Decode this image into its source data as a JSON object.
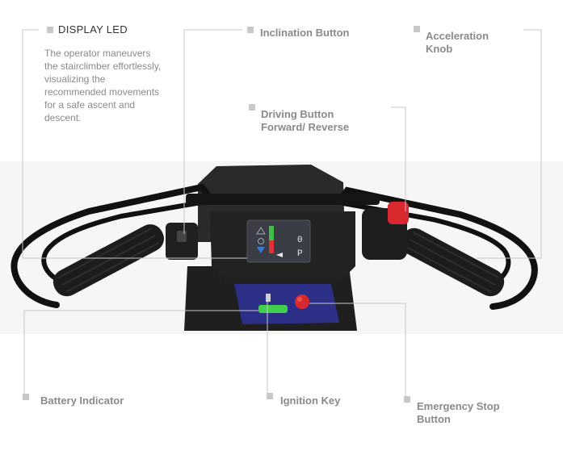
{
  "labels": {
    "display_led": "DISPLAY LED",
    "display_desc": "The operator maneuvers the stairclimber effortlessly, visualizing the recommended movements for a safe ascent and descent.",
    "inclination": "Inclination Button",
    "acceleration_1": "Acceleration",
    "acceleration_2": "Knob",
    "driving_1": "Driving Button",
    "driving_2": "Forward/ Reverse",
    "battery": "Battery Indicator",
    "ignition": "Ignition Key",
    "emergency_1": "Emergency Stop",
    "emergency_2": "Button"
  },
  "display": {
    "gear_text": "P",
    "digit_text": "0"
  },
  "colors": {
    "leader": "#c8c8c8",
    "bullet": "#c8c8c8",
    "label": "#8a8a8a",
    "frame": "#1a1a1a",
    "screen": "#3a3d45",
    "bar_green": "#3fbf4a",
    "bar_red": "#e0303a",
    "base_blue": "#2c2f86",
    "stop_red": "#d8292f",
    "battery_green": "#3fcf4a"
  }
}
